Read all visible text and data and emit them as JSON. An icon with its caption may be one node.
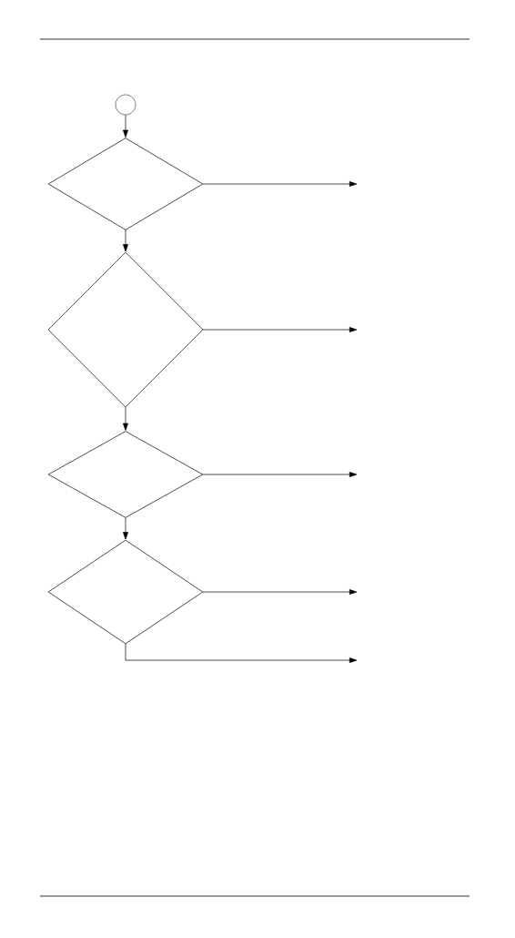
{
  "diagram": {
    "nodes": [
      {
        "text": [],
        "shape": "circle"
      },
      {
        "text": [],
        "shape": "diamond"
      },
      {
        "text": [],
        "shape": "diamond"
      },
      {
        "text": [],
        "shape": "diamond"
      },
      {
        "text": [],
        "shape": "diamond"
      }
    ],
    "edges": [
      {
        "from": 0,
        "to": 1,
        "arrow": "to"
      },
      {
        "from": 1,
        "to": 2,
        "arrow": "to"
      },
      {
        "from": 2,
        "to": 3,
        "arrow": "to"
      },
      {
        "from": 3,
        "to": 4,
        "arrow": "to"
      },
      {
        "from": 1,
        "to": null,
        "arrow": "to"
      },
      {
        "from": 2,
        "to": null,
        "arrow": "to"
      },
      {
        "from": 3,
        "to": null,
        "arrow": "to"
      },
      {
        "from": 4,
        "to": null,
        "arrow": "to"
      },
      {
        "from": 4,
        "to": null,
        "arrow": "to"
      }
    ]
  }
}
